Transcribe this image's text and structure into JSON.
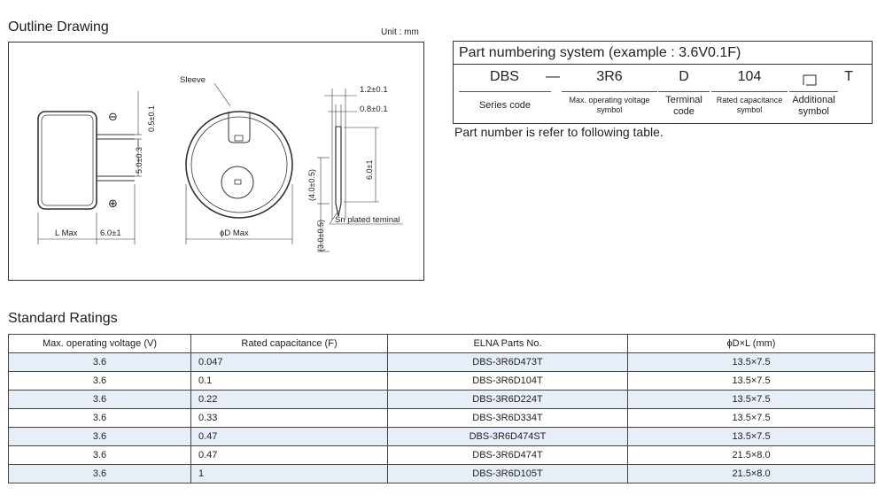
{
  "outline": {
    "title": "Outline Drawing",
    "unit_note": "Unit : mm",
    "labels": {
      "sleeve": "Sleeve",
      "minus": "⊖",
      "plus": "⊕",
      "lead_pitch": "0.5±0.1",
      "lead_spacing": "5.0±0.3",
      "l_max": "L Max",
      "lead_length_left": "6.0±1",
      "d_max": "ϕD Max",
      "t1": "1.2±0.1",
      "t2": "0.8±0.1",
      "depth1": "(4.0±0.5)",
      "depth2": "(3.0±0.5)",
      "lead_length_right": "6.0±1",
      "terminal": "Sn plated teminal"
    }
  },
  "part_numbering": {
    "title": "Part numbering system (example : 3.6V0.1F)",
    "segments": [
      {
        "code": "DBS",
        "desc": "Series code"
      },
      {
        "code": "3R6",
        "desc": "Max. operating voltage symbol"
      },
      {
        "code": "D",
        "desc": "Terminal code"
      },
      {
        "code": "104",
        "desc": "Rated capacitance symbol"
      },
      {
        "code": "",
        "desc": "Additional symbol"
      }
    ],
    "dash": "—",
    "suffix": "T",
    "note": "Part number is refer to following table."
  },
  "ratings": {
    "title": "Standard Ratings",
    "headers": [
      "Max. operating voltage (V)",
      "Rated capacitance (F)",
      "ELNA  Parts No.",
      "ϕD×L (mm)"
    ],
    "rows": [
      [
        "3.6",
        "0.047",
        "DBS-3R6D473T",
        "13.5×7.5"
      ],
      [
        "3.6",
        "0.1",
        "DBS-3R6D104T",
        "13.5×7.5"
      ],
      [
        "3.6",
        "0.22",
        "DBS-3R6D224T",
        "13.5×7.5"
      ],
      [
        "3.6",
        "0.33",
        "DBS-3R6D334T",
        "13.5×7.5"
      ],
      [
        "3.6",
        "0.47",
        "DBS-3R6D474ST",
        "13.5×7.5"
      ],
      [
        "3.6",
        "0.47",
        "DBS-3R6D474T",
        "21.5×8.0"
      ],
      [
        "3.6",
        "1",
        "DBS-3R6D105T",
        "21.5×8.0"
      ]
    ]
  }
}
